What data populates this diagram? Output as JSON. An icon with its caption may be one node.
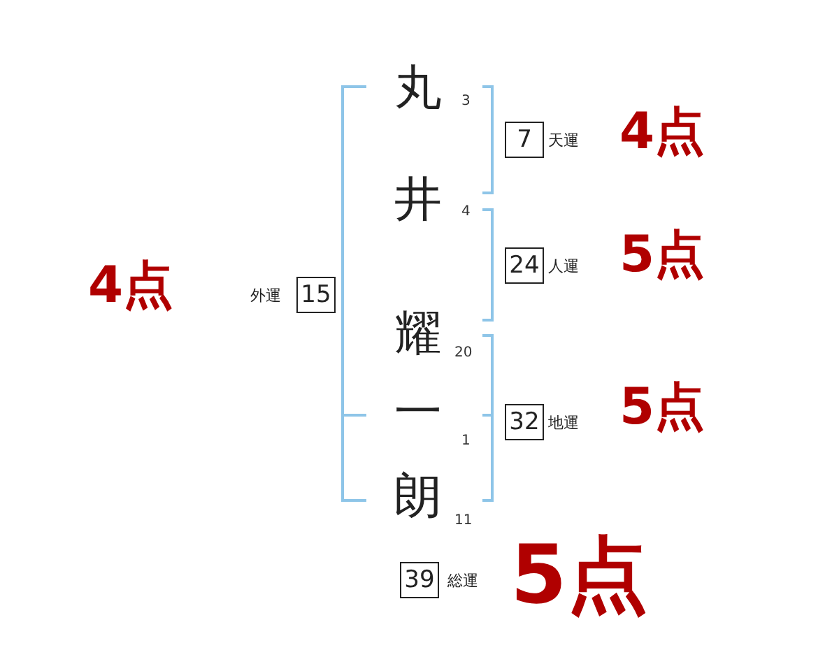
{
  "diagram": {
    "nodes": [
      {
        "text": [
          "15"
        ],
        "beside": [
          "外運"
        ]
      },
      {
        "text": [
          "7"
        ],
        "beside": [
          "天運"
        ]
      },
      {
        "text": [
          "24"
        ],
        "beside": [
          "人運"
        ]
      },
      {
        "text": [
          "32"
        ],
        "beside": [
          "地運"
        ]
      },
      {
        "text": [
          "39"
        ],
        "beside": [
          "総運"
        ]
      }
    ],
    "labels": [
      "丸",
      "3",
      "4点",
      "井",
      "4",
      "5点",
      "4点",
      "耀",
      "20",
      "5点",
      "一",
      "1",
      "朗",
      "11",
      "5点"
    ]
  }
}
